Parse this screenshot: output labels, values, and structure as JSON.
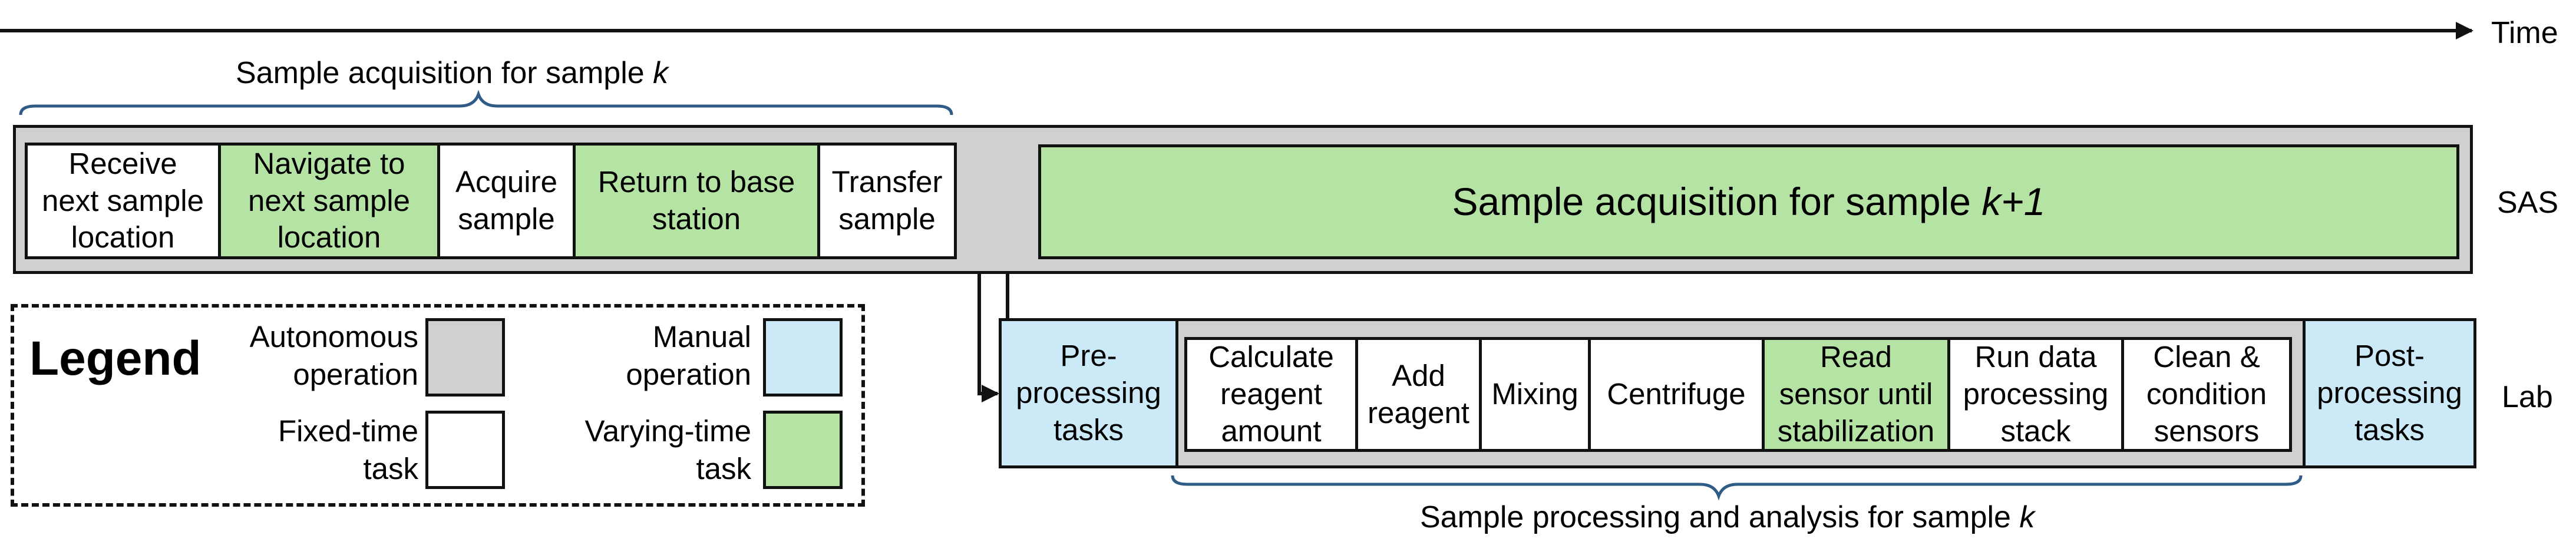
{
  "timeline": {
    "label": "Time"
  },
  "brackets": {
    "top": "Sample acquisition for sample k",
    "bottom": "Sample processing and analysis for sample k"
  },
  "rows": {
    "sas": "SAS",
    "lab": "Lab"
  },
  "sas_tasks": [
    {
      "label": "Receive\nnext sample\nlocation",
      "kind": "fixed"
    },
    {
      "label": "Navigate to\nnext sample\nlocation",
      "kind": "varying"
    },
    {
      "label": "Acquire\nsample",
      "kind": "fixed"
    },
    {
      "label": "Return to base\nstation",
      "kind": "varying"
    },
    {
      "label": "Transfer\nsample",
      "kind": "fixed"
    }
  ],
  "sas_next": {
    "label_prefix": "Sample acquisition for sample ",
    "label_var": "k+1"
  },
  "lab_tasks": {
    "pre": "Pre-\nprocessing\ntasks",
    "post": "Post-\nprocessing\ntasks",
    "steps": [
      {
        "label": "Calculate\nreagent\namount",
        "kind": "fixed"
      },
      {
        "label": "Add\nreagent",
        "kind": "fixed"
      },
      {
        "label": "Mixing",
        "kind": "fixed"
      },
      {
        "label": "Centrifuge",
        "kind": "fixed"
      },
      {
        "label": "Read\nsensor until\nstabilization",
        "kind": "varying"
      },
      {
        "label": "Run data\nprocessing\nstack",
        "kind": "fixed"
      },
      {
        "label": "Clean &\ncondition\nsensors",
        "kind": "fixed"
      }
    ]
  },
  "legend": {
    "title": "Legend",
    "items": [
      {
        "label": "Autonomous\noperation",
        "color": "#d0d0d0"
      },
      {
        "label": "Manual\noperation",
        "color": "#cbe9f7"
      },
      {
        "label": "Fixed-time\ntask",
        "color": "#ffffff"
      },
      {
        "label": "Varying-time\ntask",
        "color": "#b4e3a4"
      }
    ]
  },
  "colors": {
    "autonomous": "#d0d0d0",
    "manual": "#cbe9f7",
    "fixed": "#ffffff",
    "varying": "#b4e3a4",
    "bracket": "#2e5c86"
  }
}
